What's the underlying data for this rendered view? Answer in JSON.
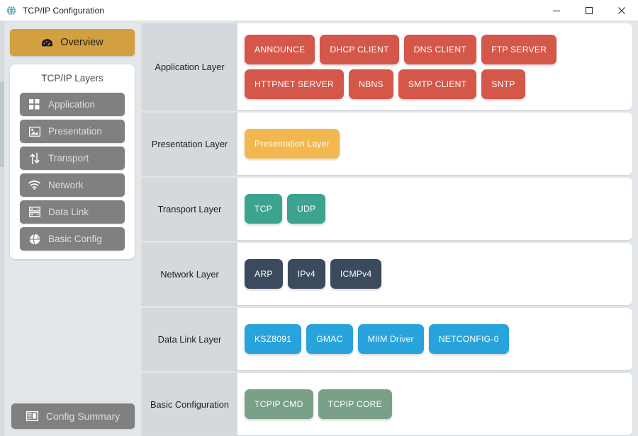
{
  "window": {
    "title": "TCP/IP Configuration",
    "app_icon": "network-globe-icon",
    "minimize_label": "minimize",
    "maximize_label": "maximize",
    "close_label": "close"
  },
  "sidebar": {
    "overview": {
      "label": "Overview",
      "icon": "dashboard-icon",
      "color": "#d2a03e"
    },
    "layers_card_title": "TCP/IP Layers",
    "items": [
      {
        "label": "Application",
        "icon": "grid-icon"
      },
      {
        "label": "Presentation",
        "icon": "image-icon"
      },
      {
        "label": "Transport",
        "icon": "arrows-up-down-icon"
      },
      {
        "label": "Network",
        "icon": "wifi-icon"
      },
      {
        "label": "Data Link",
        "icon": "server-icon"
      },
      {
        "label": "Basic Config",
        "icon": "globe-icon"
      }
    ],
    "summary": {
      "label": "Config Summary",
      "icon": "list-icon"
    }
  },
  "main": {
    "rows": [
      {
        "label": "Application Layer",
        "color": "#d4574a",
        "items": [
          "ANNOUNCE",
          "DHCP CLIENT",
          "DNS CLIENT",
          "FTP SERVER",
          "HTTPNET SERVER",
          "NBNS",
          "SMTP CLIENT",
          "SNTP"
        ]
      },
      {
        "label": "Presentation Layer",
        "color": "#f0b košt"
      }
    ]
  },
  "chart_data": null,
  "layers": [
    {
      "row_label": "Application Layer",
      "chip_color": "#d4574a",
      "chips": [
        "ANNOUNCE",
        "DHCP CLIENT",
        "DNS CLIENT",
        "FTP SERVER",
        "HTTPNET SERVER",
        "NBNS",
        "SMTP CLIENT",
        "SNTP"
      ]
    },
    {
      "row_label": "Presentation Layer",
      "chip_color": "#f2b84f",
      "chips": [
        "Presentation Layer"
      ]
    },
    {
      "row_label": "Transport Layer",
      "chip_color": "#3da391",
      "chips": [
        "TCP",
        "UDP"
      ]
    },
    {
      "row_label": "Network Layer",
      "chip_color": "#3c4a5e",
      "chips": [
        "ARP",
        "IPv4",
        "ICMPv4"
      ]
    },
    {
      "row_label": "Data Link Layer",
      "chip_color": "#29a3dc",
      "chips": [
        "KSZ8091",
        "GMAC",
        "MIIM Driver",
        "NETCONFIG-0"
      ]
    },
    {
      "row_label": "Basic Configuration",
      "chip_color": "#7aa088",
      "chips": [
        "TCPIP CMD",
        "TCPIP CORE"
      ]
    }
  ]
}
